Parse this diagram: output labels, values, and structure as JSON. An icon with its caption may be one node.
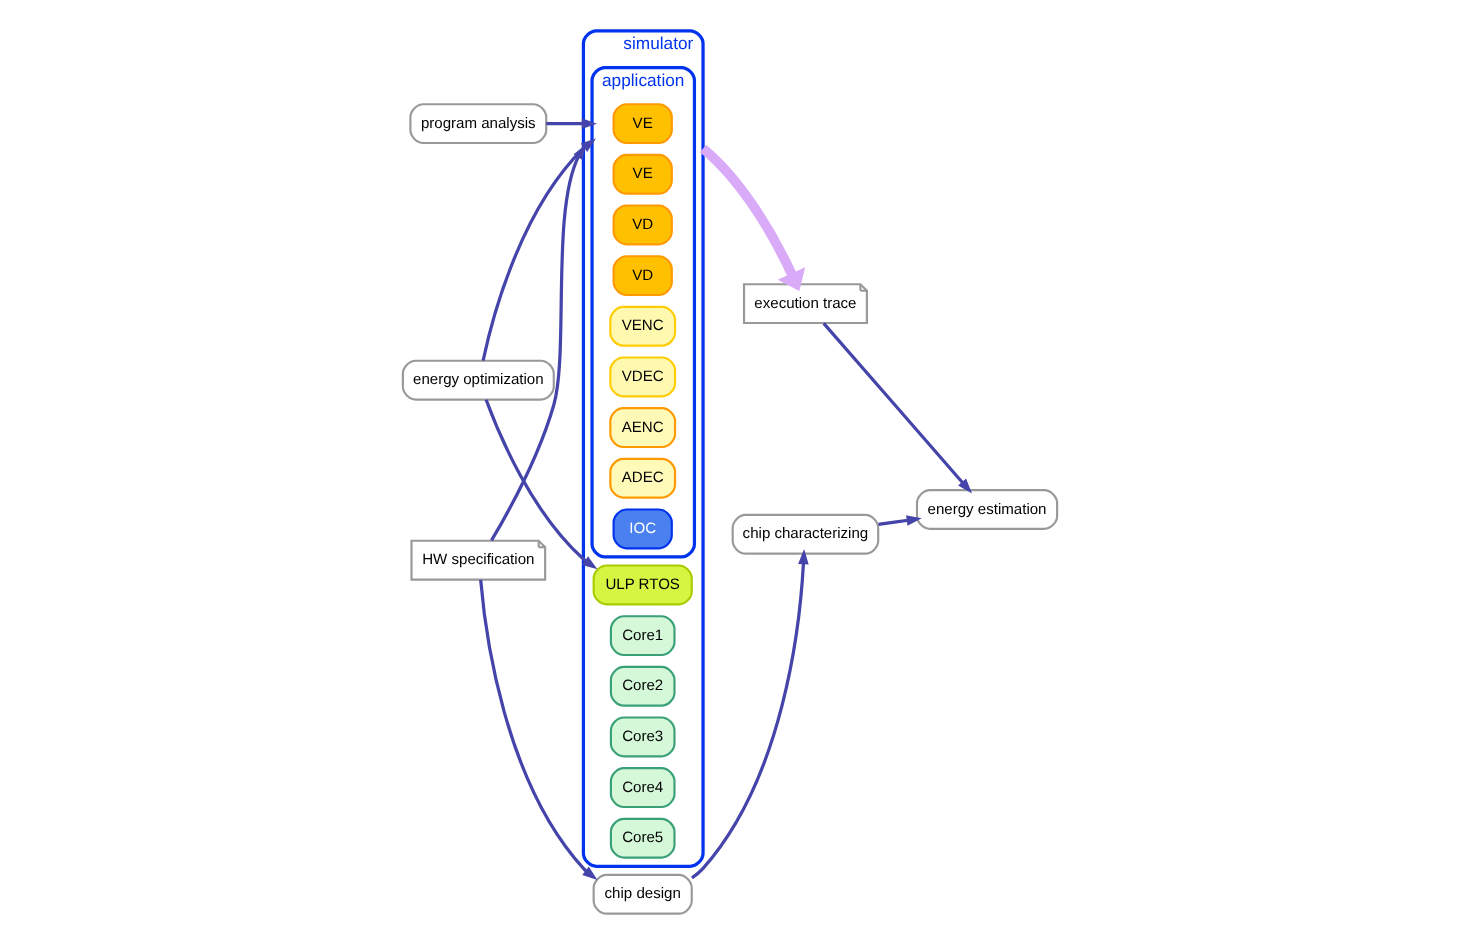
{
  "diagram": {
    "nodes": [
      {
        "text": [
          "simulator"
        ]
      },
      {
        "text": [
          "application"
        ],
        "in": 0
      },
      {
        "text": [
          "VE"
        ],
        "in": 1
      },
      {
        "text": [
          "VE"
        ],
        "in": 1
      },
      {
        "text": [
          "VD"
        ],
        "in": 1
      },
      {
        "text": [
          "VD"
        ],
        "in": 1
      },
      {
        "text": [
          "VENC"
        ],
        "in": 1
      },
      {
        "text": [
          "VDEC"
        ],
        "in": 1
      },
      {
        "text": [
          "AENC"
        ],
        "in": 1
      },
      {
        "text": [
          "ADEC"
        ],
        "in": 1
      },
      {
        "text": [
          "IOC"
        ],
        "in": 1
      },
      {
        "text": [
          "ULP RTOS"
        ],
        "in": 0
      },
      {
        "text": [
          "Core1"
        ],
        "in": 0
      },
      {
        "text": [
          "Core2"
        ],
        "in": 0
      },
      {
        "text": [
          "Core3"
        ],
        "in": 0
      },
      {
        "text": [
          "Core4"
        ],
        "in": 0
      },
      {
        "text": [
          "Core5"
        ],
        "in": 0
      },
      {
        "text": [
          "program analysis"
        ]
      },
      {
        "text": [
          "energy optimization"
        ]
      },
      {
        "text": [
          "HW specification"
        ]
      },
      {
        "text": [
          "execution trace"
        ]
      },
      {
        "text": [
          "chip design"
        ]
      },
      {
        "text": [
          "chip characterizing"
        ]
      },
      {
        "text": [
          "energy estimation"
        ]
      }
    ],
    "edges": [
      {
        "from": 17,
        "to": 1,
        "arrow": "to"
      },
      {
        "from": 18,
        "to": 1,
        "arrow": "to"
      },
      {
        "from": 18,
        "to": 11,
        "arrow": "to"
      },
      {
        "from": 19,
        "to": 0,
        "arrow": "to"
      },
      {
        "from": 0,
        "to": 20,
        "arrow": "to",
        "style": "thick",
        "color": "#d8aaf8"
      },
      {
        "from": 19,
        "to": 21,
        "arrow": "to"
      },
      {
        "from": 21,
        "to": 22,
        "arrow": "to"
      },
      {
        "from": 20,
        "to": 23,
        "arrow": "to"
      },
      {
        "from": 22,
        "to": 23,
        "arrow": "to"
      }
    ]
  }
}
